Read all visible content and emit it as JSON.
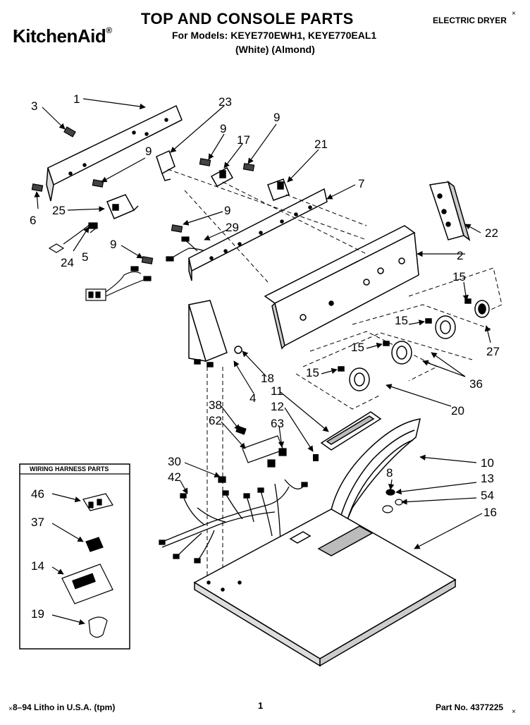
{
  "header": {
    "title": "TOP AND CONSOLE PARTS",
    "brand": "KitchenAid",
    "brand_mark": "®",
    "models_line": "For Models: KEYE770EWH1, KEYE770EAL1",
    "colors_line": "(White)    (Almond)",
    "product_type": "ELECTRIC DRYER"
  },
  "callouts": [
    "1",
    "2",
    "3",
    "4",
    "5",
    "6",
    "7",
    "8",
    "9",
    "9",
    "9",
    "9",
    "9",
    "10",
    "11",
    "12",
    "13",
    "14",
    "15",
    "15",
    "15",
    "15",
    "16",
    "17",
    "18",
    "19",
    "20",
    "21",
    "22",
    "23",
    "24",
    "25",
    "27",
    "29",
    "30",
    "36",
    "37",
    "38",
    "42",
    "46",
    "54",
    "62",
    "63"
  ],
  "inset": {
    "title": "WIRING HARNESS PARTS",
    "items": [
      "46",
      "37",
      "14",
      "19"
    ]
  },
  "footer": {
    "left": "8–94 Litho in U.S.A. (tpm)",
    "page": "1",
    "part_no": "Part No. 4377225"
  }
}
